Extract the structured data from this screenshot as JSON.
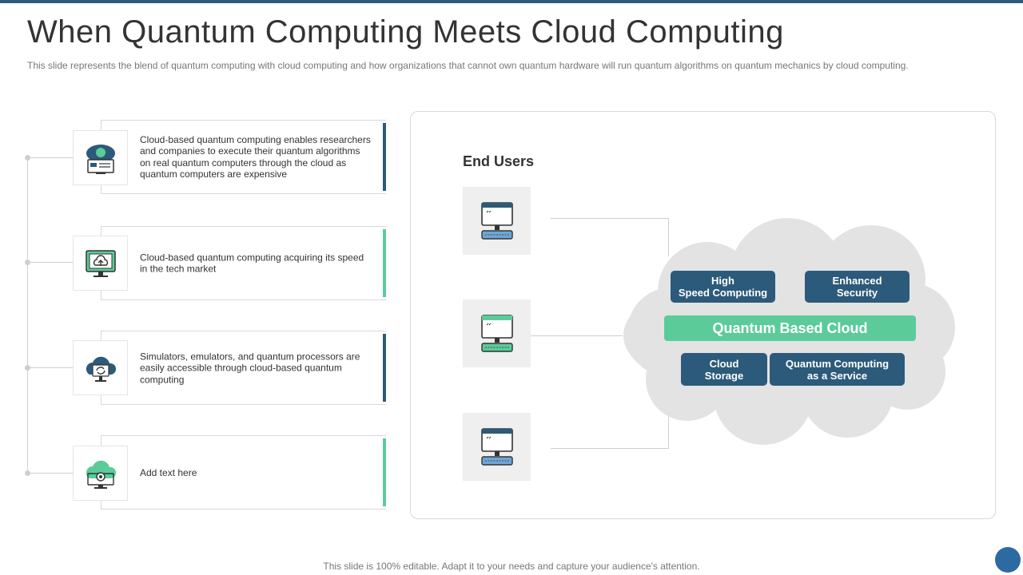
{
  "header": {
    "title": "When Quantum Computing Meets Cloud Computing",
    "subtitle": "This slide represents the blend of quantum computing with cloud computing and how organizations that cannot own quantum hardware will run quantum algorithms on quantum mechanics by cloud computing."
  },
  "points": [
    {
      "text": "Cloud-based quantum computing enables researchers and companies to execute their quantum algorithms on real quantum computers through the cloud as quantum computers are expensive",
      "icon": "cloud-lightbulb-icon"
    },
    {
      "text": "Cloud-based quantum computing acquiring its speed in the tech market",
      "icon": "monitor-cloud-upload-icon"
    },
    {
      "text": "Simulators, emulators, and quantum processors are easily accessible through cloud-based quantum computing",
      "icon": "cloud-sync-icon"
    },
    {
      "text": "Add text here",
      "icon": "cloud-gear-icon"
    }
  ],
  "diagram": {
    "end_users_label": "End Users",
    "user_icons": [
      "desktop-computer-icon",
      "desktop-computer-icon",
      "desktop-computer-icon"
    ],
    "cloud_title": "Quantum Based Cloud",
    "features": [
      "High\nSpeed Computing",
      "Enhanced\nSecurity",
      "Cloud\nStorage",
      "Quantum Computing\nas a Service"
    ]
  },
  "footer": {
    "text": "This slide is 100% editable. Adapt it to your needs and capture your audience's attention."
  },
  "colors": {
    "primary": "#2c5a7a",
    "accent": "#5ccb9a",
    "cloud": "#e3e3e3"
  }
}
